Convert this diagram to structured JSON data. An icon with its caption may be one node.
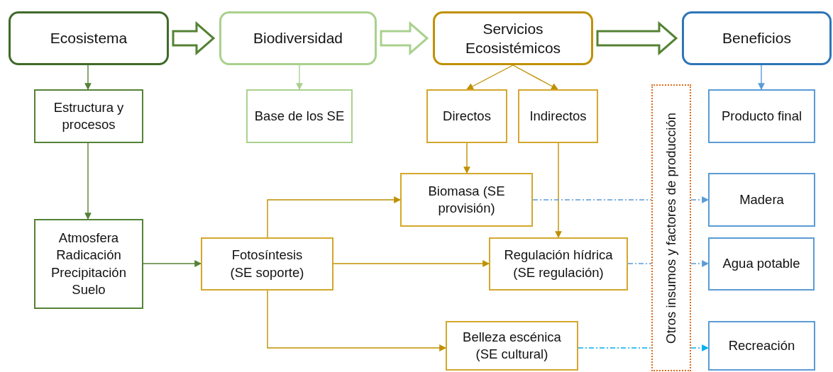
{
  "diagram": {
    "nodes": [
      {
        "text": [
          "Ecosistema"
        ]
      },
      {
        "text": [
          "Biodiversidad"
        ]
      },
      {
        "text": [
          "Servicios Ecosistémicos"
        ]
      },
      {
        "text": [
          "Beneficios"
        ]
      },
      {
        "text": [
          "Estructura y procesos"
        ]
      },
      {
        "text": [
          "Base de los SE"
        ]
      },
      {
        "text": [
          "Directos"
        ]
      },
      {
        "text": [
          "Indirectos"
        ]
      },
      {
        "text": [
          "Otros insumos y factores de producción"
        ]
      },
      {
        "text": [
          "Producto final"
        ]
      },
      {
        "text": [
          "Biomasa (SE provisión)"
        ]
      },
      {
        "text": [
          "Madera"
        ]
      },
      {
        "text": [
          "Atmosfera Radicación Precipitación Suelo"
        ]
      },
      {
        "text": [
          "Fotosíntesis (SE soporte)"
        ]
      },
      {
        "text": [
          "Regulación hídrica (SE regulación)"
        ]
      },
      {
        "text": [
          "Agua potable"
        ]
      },
      {
        "text": [
          "Belleza escénica (SE cultural)"
        ]
      },
      {
        "text": [
          "Recreación"
        ]
      }
    ],
    "edges": [
      {
        "from": 0,
        "to": 1,
        "arrow": "to",
        "style": "thick",
        "color": "#548235"
      },
      {
        "from": 1,
        "to": 2,
        "arrow": "to",
        "style": "thick",
        "color": "#a9d18e"
      },
      {
        "from": 2,
        "to": 3,
        "arrow": "to",
        "style": "thick",
        "color": "#548235"
      },
      {
        "from": 0,
        "to": 4,
        "arrow": "to",
        "color": "#548235"
      },
      {
        "from": 1,
        "to": 5,
        "arrow": "to",
        "color": "#a9d18e"
      },
      {
        "from": 2,
        "to": 6,
        "arrow": "to"
      },
      {
        "from": 2,
        "to": 7,
        "arrow": "to"
      },
      {
        "from": 3,
        "to": 9,
        "arrow": "to",
        "color": "#5b9bd5"
      },
      {
        "from": 4,
        "to": 12,
        "arrow": "to",
        "color": "#548235"
      },
      {
        "from": 12,
        "to": 13,
        "arrow": "to",
        "color": "#548235"
      },
      {
        "from": 6,
        "to": 10,
        "arrow": "to"
      },
      {
        "from": 7,
        "to": 14,
        "arrow": "to"
      },
      {
        "from": 13,
        "to": 10,
        "arrow": "to"
      },
      {
        "from": 13,
        "to": 14,
        "arrow": "to"
      },
      {
        "from": 13,
        "to": 16,
        "arrow": "to"
      },
      {
        "from": 10,
        "to": 8,
        "arrow": "none",
        "style": "dashed",
        "color": "#5b9bd5"
      },
      {
        "from": 8,
        "to": 11,
        "arrow": "to",
        "style": "dashed",
        "color": "#5b9bd5"
      },
      {
        "from": 14,
        "to": 8,
        "arrow": "none",
        "style": "dashed",
        "color": "#5b9bd5"
      },
      {
        "from": 8,
        "to": 15,
        "arrow": "to",
        "style": "dashed",
        "color": "#5b9bd5"
      },
      {
        "from": 16,
        "to": 8,
        "arrow": "none",
        "style": "dashed",
        "color": "#00b0f0"
      },
      {
        "from": 8,
        "to": 17,
        "arrow": "to",
        "style": "dashed",
        "color": "#00b0f0"
      }
    ]
  }
}
